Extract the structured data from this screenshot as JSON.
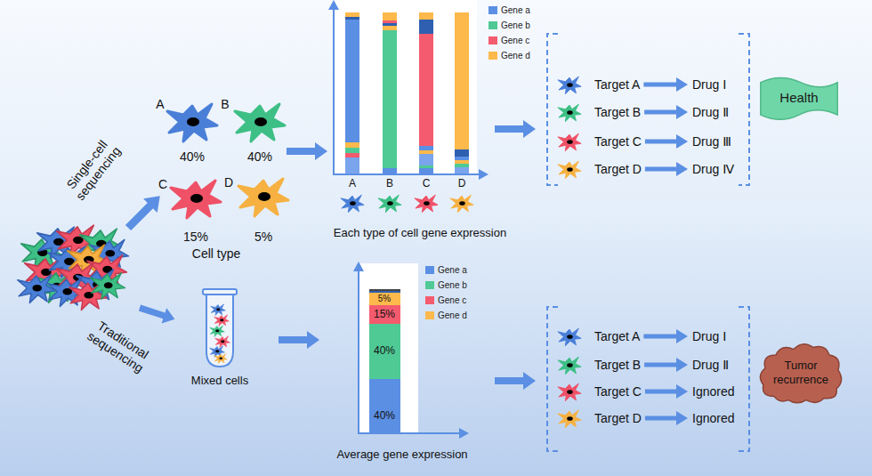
{
  "diagram": {
    "nodes": [
      {
        "text": [
          "Target A"
        ]
      },
      {
        "text": [
          "Drug Ⅰ"
        ]
      },
      {
        "text": [
          "Target B"
        ]
      },
      {
        "text": [
          "Drug Ⅱ"
        ]
      },
      {
        "text": [
          "Target C"
        ]
      },
      {
        "text": [
          "Drug Ⅲ"
        ]
      },
      {
        "text": [
          "Target D"
        ]
      },
      {
        "text": [
          "Drug Ⅳ"
        ]
      },
      {
        "text": [
          "Health"
        ]
      },
      {
        "text": [
          "Target A"
        ]
      },
      {
        "text": [
          "Drug Ⅰ"
        ]
      },
      {
        "text": [
          "Target B"
        ]
      },
      {
        "text": [
          "Drug Ⅱ"
        ]
      },
      {
        "text": [
          "Target C"
        ]
      },
      {
        "text": [
          "Ignored"
        ]
      },
      {
        "text": [
          "Target D"
        ]
      },
      {
        "text": [
          "Ignored"
        ]
      },
      {
        "text": [
          "Tumor recurrence"
        ]
      }
    ],
    "edges": [
      {
        "from": 0,
        "to": 1,
        "arrow": "to"
      },
      {
        "from": 2,
        "to": 3,
        "arrow": "to"
      },
      {
        "from": 4,
        "to": 5,
        "arrow": "to"
      },
      {
        "from": 6,
        "to": 7,
        "arrow": "to"
      },
      {
        "from": 9,
        "to": 10,
        "arrow": "to"
      },
      {
        "from": 11,
        "to": 12,
        "arrow": "to"
      },
      {
        "from": 13,
        "to": 14,
        "arrow": "to"
      },
      {
        "from": 15,
        "to": 16,
        "arrow": "to"
      }
    ],
    "labels": [
      "Single-cell sequencing",
      "Traditional sequencing",
      "A",
      "40%",
      "B",
      "40%",
      "C",
      "15%",
      "D",
      "5%",
      "Cell type",
      "A",
      "B",
      "C",
      "D",
      "Each type of cell gene expression",
      "Mixed cells",
      "5%",
      "15%",
      "40%",
      "40%",
      "Average gene expression"
    ],
    "legend": [
      {
        "text": "Gene a",
        "color": "#5b8fe3"
      },
      {
        "text": "Gene b",
        "color": "#4fca95"
      },
      {
        "text": "Gene c",
        "color": "#f45b6e"
      },
      {
        "text": "Gene d",
        "color": "#fdb94b"
      },
      {
        "text": "Gene a",
        "color": "#5b8fe3"
      },
      {
        "text": "Gene b",
        "color": "#4fca95"
      },
      {
        "text": "Gene c",
        "color": "#f45b6e"
      },
      {
        "text": "Gene d",
        "color": "#fdb94b"
      }
    ]
  }
}
